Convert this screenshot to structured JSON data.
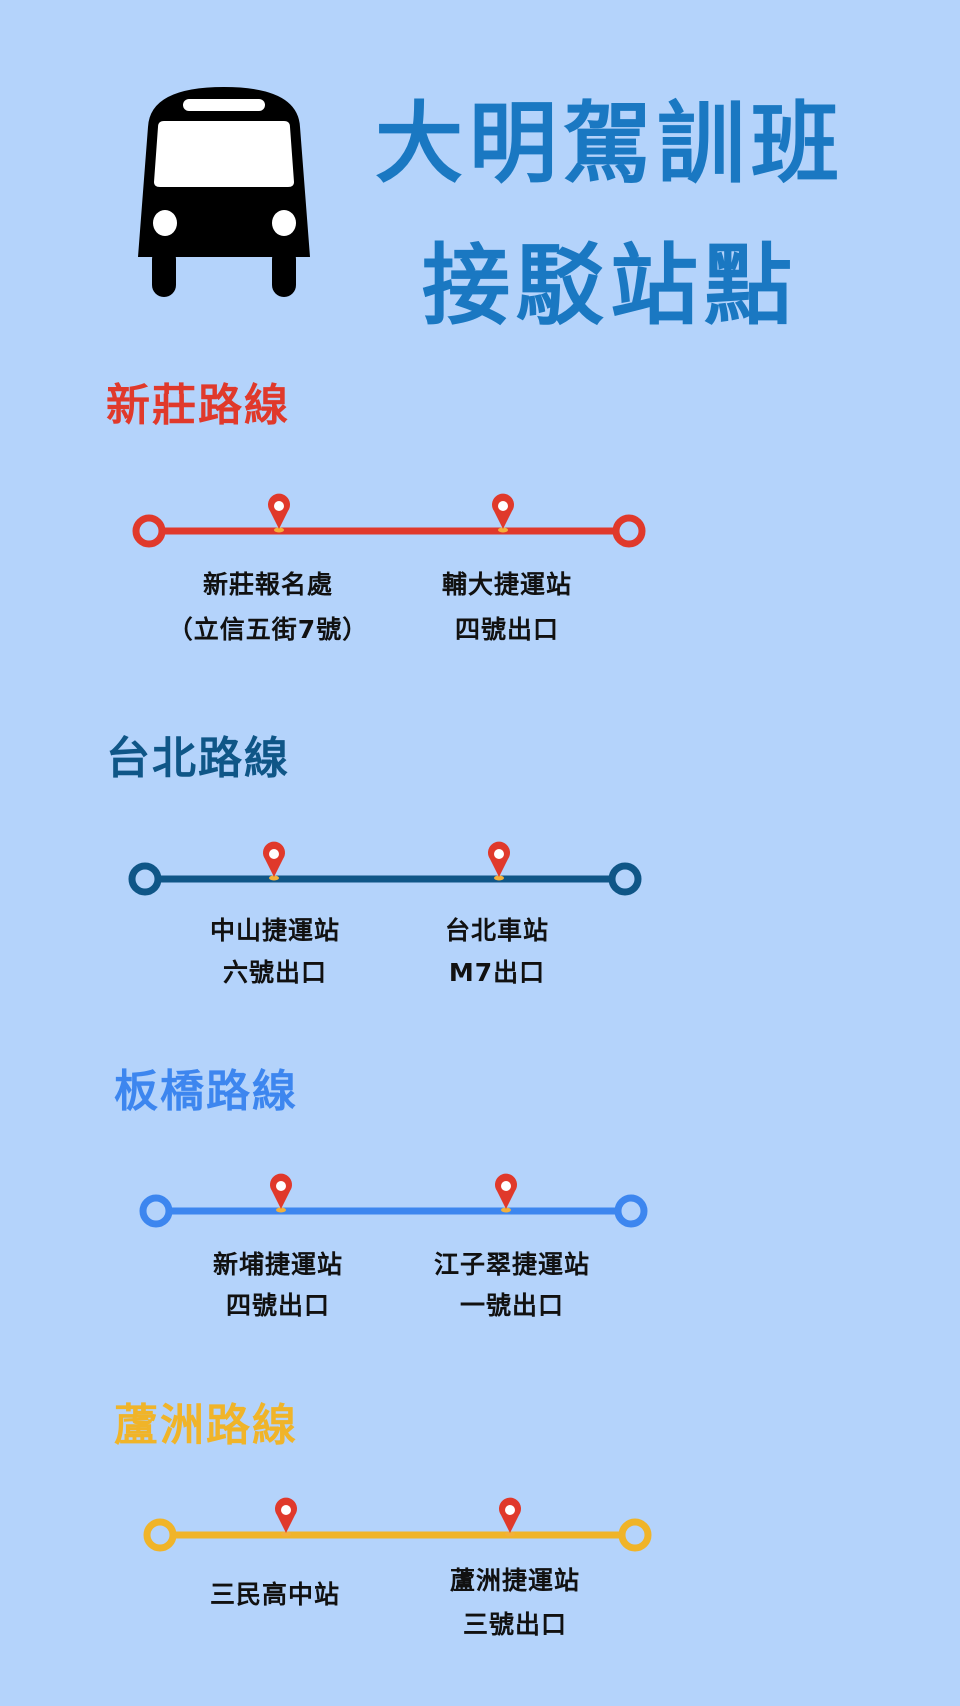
{
  "header": {
    "title_line1": "大明駕訓班",
    "title_line2": "接駁站點",
    "icon": "bus-icon"
  },
  "colors": {
    "background": "#b4d3fb",
    "title": "#1a78c2",
    "pin": "#e0392b"
  },
  "routes": [
    {
      "name": "新莊路線",
      "color": "#e0392b",
      "stops": [
        {
          "line1": "新莊報名處",
          "line2": "（立信五街7號）"
        },
        {
          "line1": "輔大捷運站",
          "line2": "四號出口"
        }
      ]
    },
    {
      "name": "台北路線",
      "color": "#0f5687",
      "stops": [
        {
          "line1": "中山捷運站",
          "line2": "六號出口"
        },
        {
          "line1": "台北車站",
          "line2": "M7出口"
        }
      ]
    },
    {
      "name": "板橋路線",
      "color": "#3d86ef",
      "stops": [
        {
          "line1": "新埔捷運站",
          "line2": "四號出口"
        },
        {
          "line1": "江子翠捷運站",
          "line2": "一號出口"
        }
      ]
    },
    {
      "name": "蘆洲路線",
      "color": "#f0b429",
      "stops": [
        {
          "line1": "三民高中站"
        },
        {
          "line1": "蘆洲捷運站",
          "line2": "三號出口"
        }
      ]
    }
  ]
}
